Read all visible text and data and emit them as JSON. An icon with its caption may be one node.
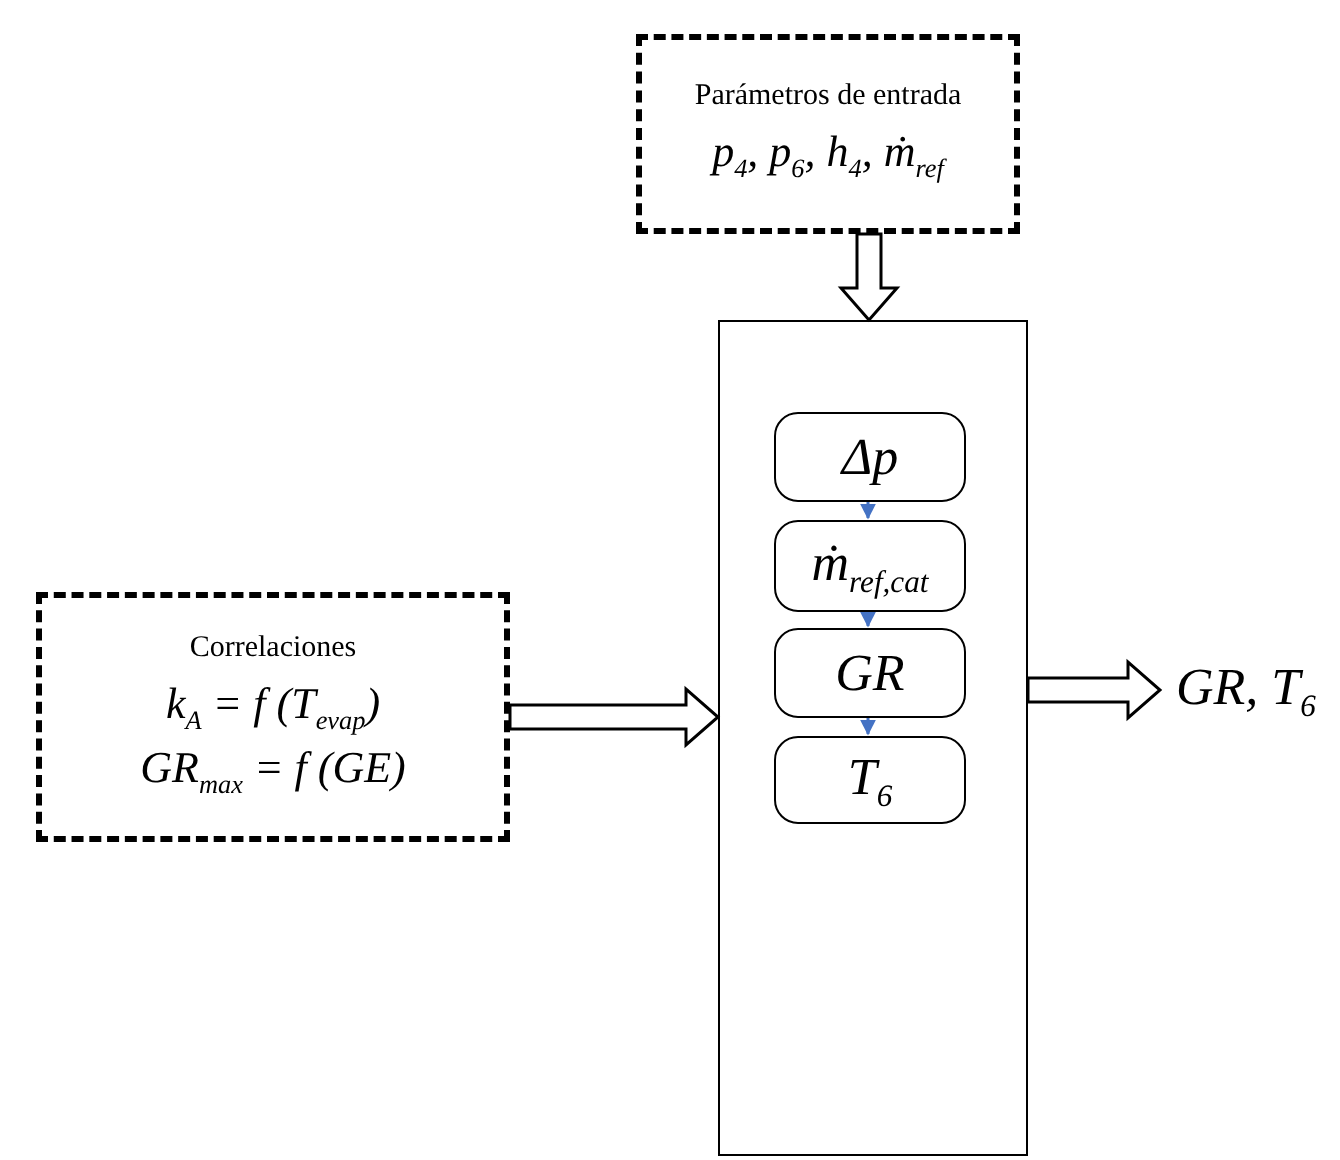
{
  "diagram": {
    "nodes": [
      {
        "text": [
          "Parámetros de entrada",
          "p$_{4}$, p$_{6}$, h$_{4}$, ṁ$_{ref}$"
        ]
      },
      {
        "text": [
          "Correlaciones",
          "k$_{A}$ = f (T$_{evap}$)",
          "GR$_{max}$ = f (GE)"
        ]
      },
      {
        "text": [],
        "shape": "box"
      },
      {
        "text": [
          "Δp"
        ],
        "in": 2
      },
      {
        "text": [
          "ṁ$_{ref,cat}$"
        ],
        "in": 2
      },
      {
        "text": [
          "GR"
        ],
        "in": 2
      },
      {
        "text": [
          "T$_{6}$"
        ],
        "in": 2
      },
      {
        "text": [
          "GR, T$_{6}$"
        ]
      }
    ],
    "edges": [
      {
        "from": 0,
        "to": 2,
        "arrow": "to",
        "style": "thick"
      },
      {
        "from": 1,
        "to": 2,
        "arrow": "to",
        "style": "thick"
      },
      {
        "from": 2,
        "to": 7,
        "arrow": "to",
        "style": "thick"
      },
      {
        "from": 3,
        "to": 4,
        "arrow": "to",
        "color": "#4472c4"
      },
      {
        "from": 4,
        "to": 5,
        "arrow": "to",
        "color": "#4472c4"
      },
      {
        "from": 5,
        "to": 6,
        "arrow": "to",
        "color": "#4472c4"
      }
    ]
  }
}
